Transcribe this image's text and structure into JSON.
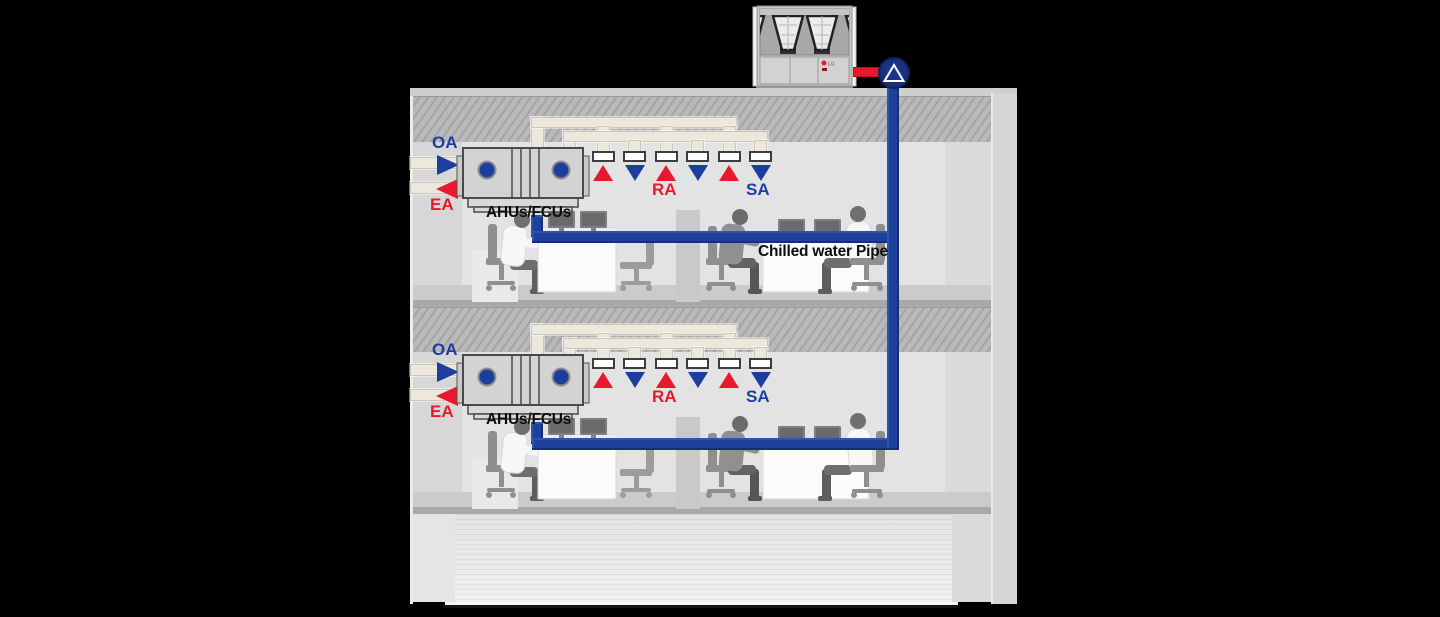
{
  "diagram_title": "Chilled water HVAC building diagram",
  "colors": {
    "background": "#000000",
    "supply_blue": "#1c3f9f",
    "return_red": "#e8192c",
    "pipe_blue": "#1d419a",
    "pump_navy": "#1a3180",
    "duct_beige": "#ece8de",
    "slab_gray": "#b9b9b9",
    "label_black": "#0d0d0d"
  },
  "rooftop": {
    "chiller_name": "air-cooled-chiller",
    "brand": "LG",
    "pump_name": "chilled-water-pump"
  },
  "pipe": {
    "label": "Chilled water Pipe"
  },
  "floors": [
    {
      "name": "upper-floor",
      "oa": "OA",
      "ea": "EA",
      "ra": "RA",
      "sa": "SA",
      "ahu": "AHUs/FCUs"
    },
    {
      "name": "lower-floor",
      "oa": "OA",
      "ea": "EA",
      "ra": "RA",
      "sa": "SA",
      "ahu": "AHUs/FCUs"
    }
  ]
}
